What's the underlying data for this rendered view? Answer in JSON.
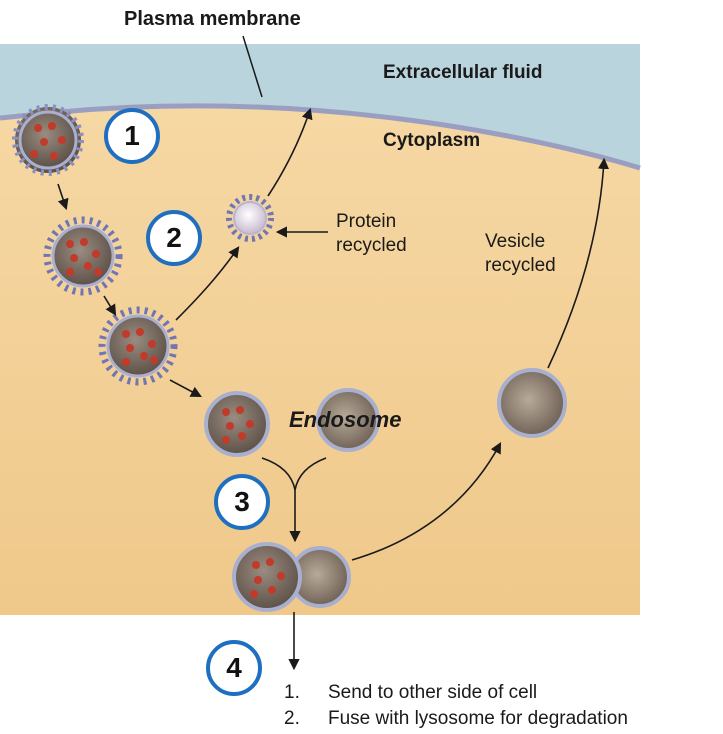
{
  "title": "Plasma membrane",
  "labels": {
    "extracellular": "Extracellular fluid",
    "cytoplasm": "Cytoplasm",
    "protein_recycled": "Protein recycled",
    "vesicle_recycled": "Vesicle recycled",
    "endosome": "Endosome"
  },
  "steps": [
    "1",
    "2",
    "3",
    "4"
  ],
  "outcomes": [
    {
      "num": "1.",
      "text": "Send to other side of cell"
    },
    {
      "num": "2.",
      "text": "Fuse with lysosome for degradation"
    }
  ],
  "colors": {
    "cytoplasm": "#f3cf92",
    "extracellular": "#b9d4dc",
    "membrane": "#9a9fc2",
    "step_ring": "#1f6fc0",
    "cargo": "#c23a2a",
    "coat": "#6f73b0"
  }
}
